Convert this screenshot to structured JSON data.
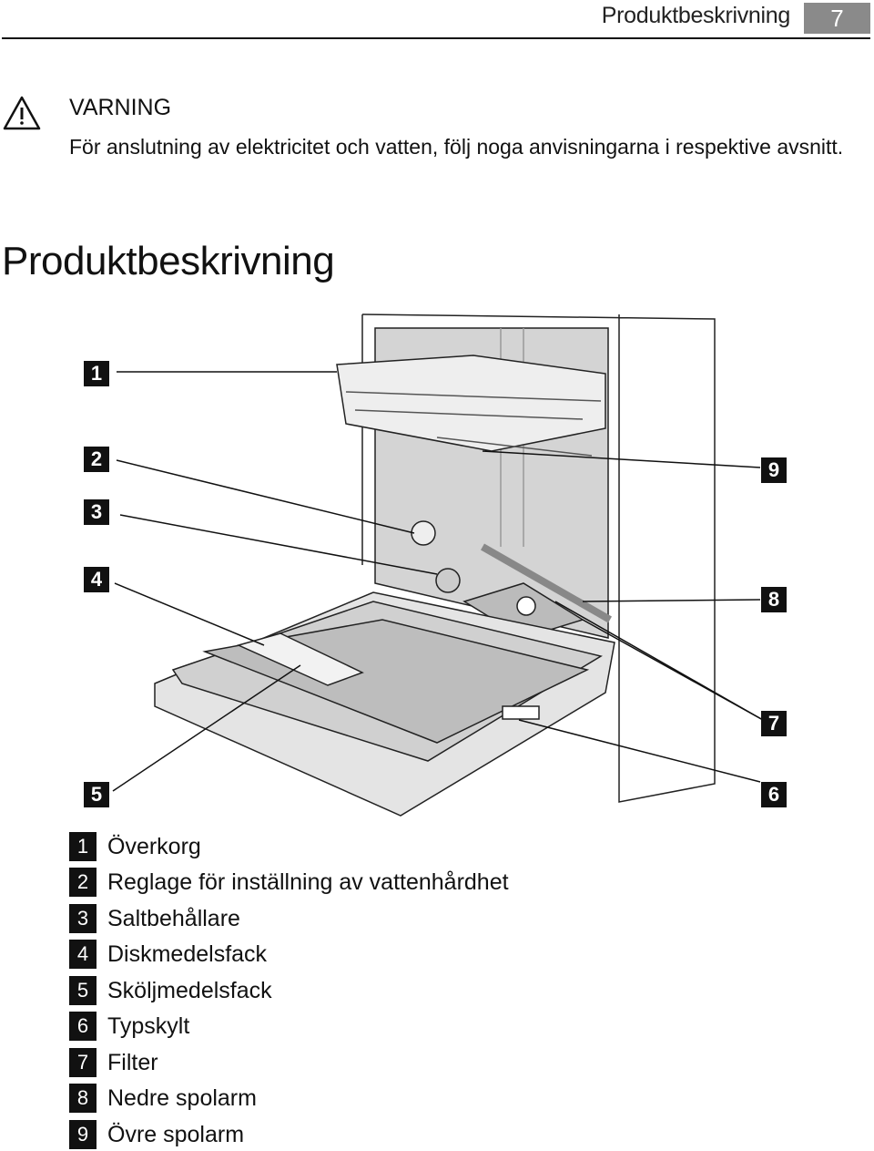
{
  "header": {
    "section": "Produktbeskrivning",
    "page_number": "7"
  },
  "warning": {
    "icon": "warning-triangle-icon",
    "title": "VARNING",
    "text": "För anslutning av elektricitet och vatten, följ noga anvisningarna i respektive av­snitt."
  },
  "section_title": "Produktbeskrivning",
  "callouts": {
    "left": [
      "1",
      "2",
      "3",
      "4",
      "5"
    ],
    "right": [
      "9",
      "8",
      "7",
      "6"
    ]
  },
  "legend": [
    {
      "num": "1",
      "label": "Överkorg"
    },
    {
      "num": "2",
      "label": "Reglage för inställning av vattenhårdhet"
    },
    {
      "num": "3",
      "label": "Saltbehållare"
    },
    {
      "num": "4",
      "label": "Diskmedelsfack"
    },
    {
      "num": "5",
      "label": "Sköljmedelsfack"
    },
    {
      "num": "6",
      "label": "Typskylt"
    },
    {
      "num": "7",
      "label": "Filter"
    },
    {
      "num": "8",
      "label": "Nedre spolarm"
    },
    {
      "num": "9",
      "label": "Övre spolarm"
    }
  ]
}
